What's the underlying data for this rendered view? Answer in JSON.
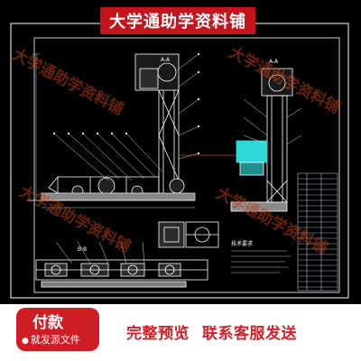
{
  "banner": {
    "title": "大学通助学资料铺"
  },
  "watermark": {
    "text": "大学通助学资料铺"
  },
  "drawing": {
    "section_labels": [
      "A-A",
      "A-A",
      "B-B"
    ],
    "note_title": "技术要求",
    "colors": {
      "background": "#000000",
      "line": "#ffffff",
      "accent": "#2fd7d7",
      "frame": "#ffffff",
      "dim": "#7fd7ff",
      "leader": "#d9d9d9",
      "hatch": "#c8e0ff"
    }
  },
  "footer": {
    "pay_label": "付款",
    "pay_note": "就发源文件",
    "slogan_left": "完整预览",
    "slogan_right": "联系客服发送",
    "accent_color": "#cf1d25"
  }
}
